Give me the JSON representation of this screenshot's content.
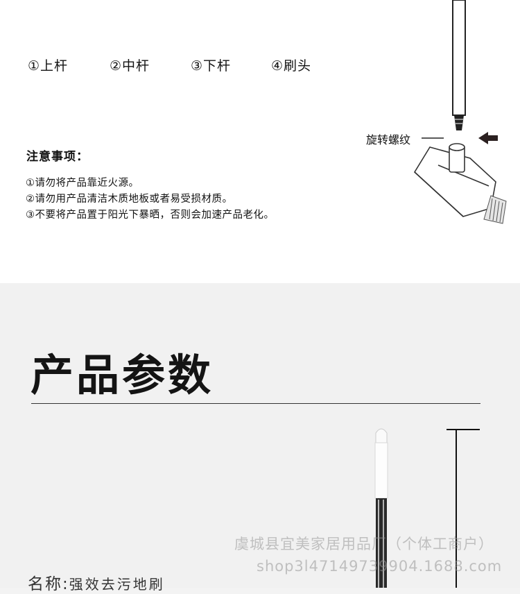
{
  "parts": [
    "①上杆",
    "②中杆",
    "③下杆",
    "④刷头"
  ],
  "notes": {
    "title": "注意事项：",
    "items": [
      "①请勿将产品靠近火源。",
      "②请勿用产品清洁木质地板或者易受损材质。",
      "③不要将产品置于阳光下暴晒，否则会加速产品老化。"
    ]
  },
  "diagram": {
    "thread_label": "旋转螺纹"
  },
  "params": {
    "title": "产品参数",
    "name_label": "名称:",
    "name_value": "强效去污地刷"
  },
  "watermark": {
    "line1": "虞城县宜美家居用品厂（个体工商户）",
    "line2": "shop3l47149739904.1688.com"
  }
}
